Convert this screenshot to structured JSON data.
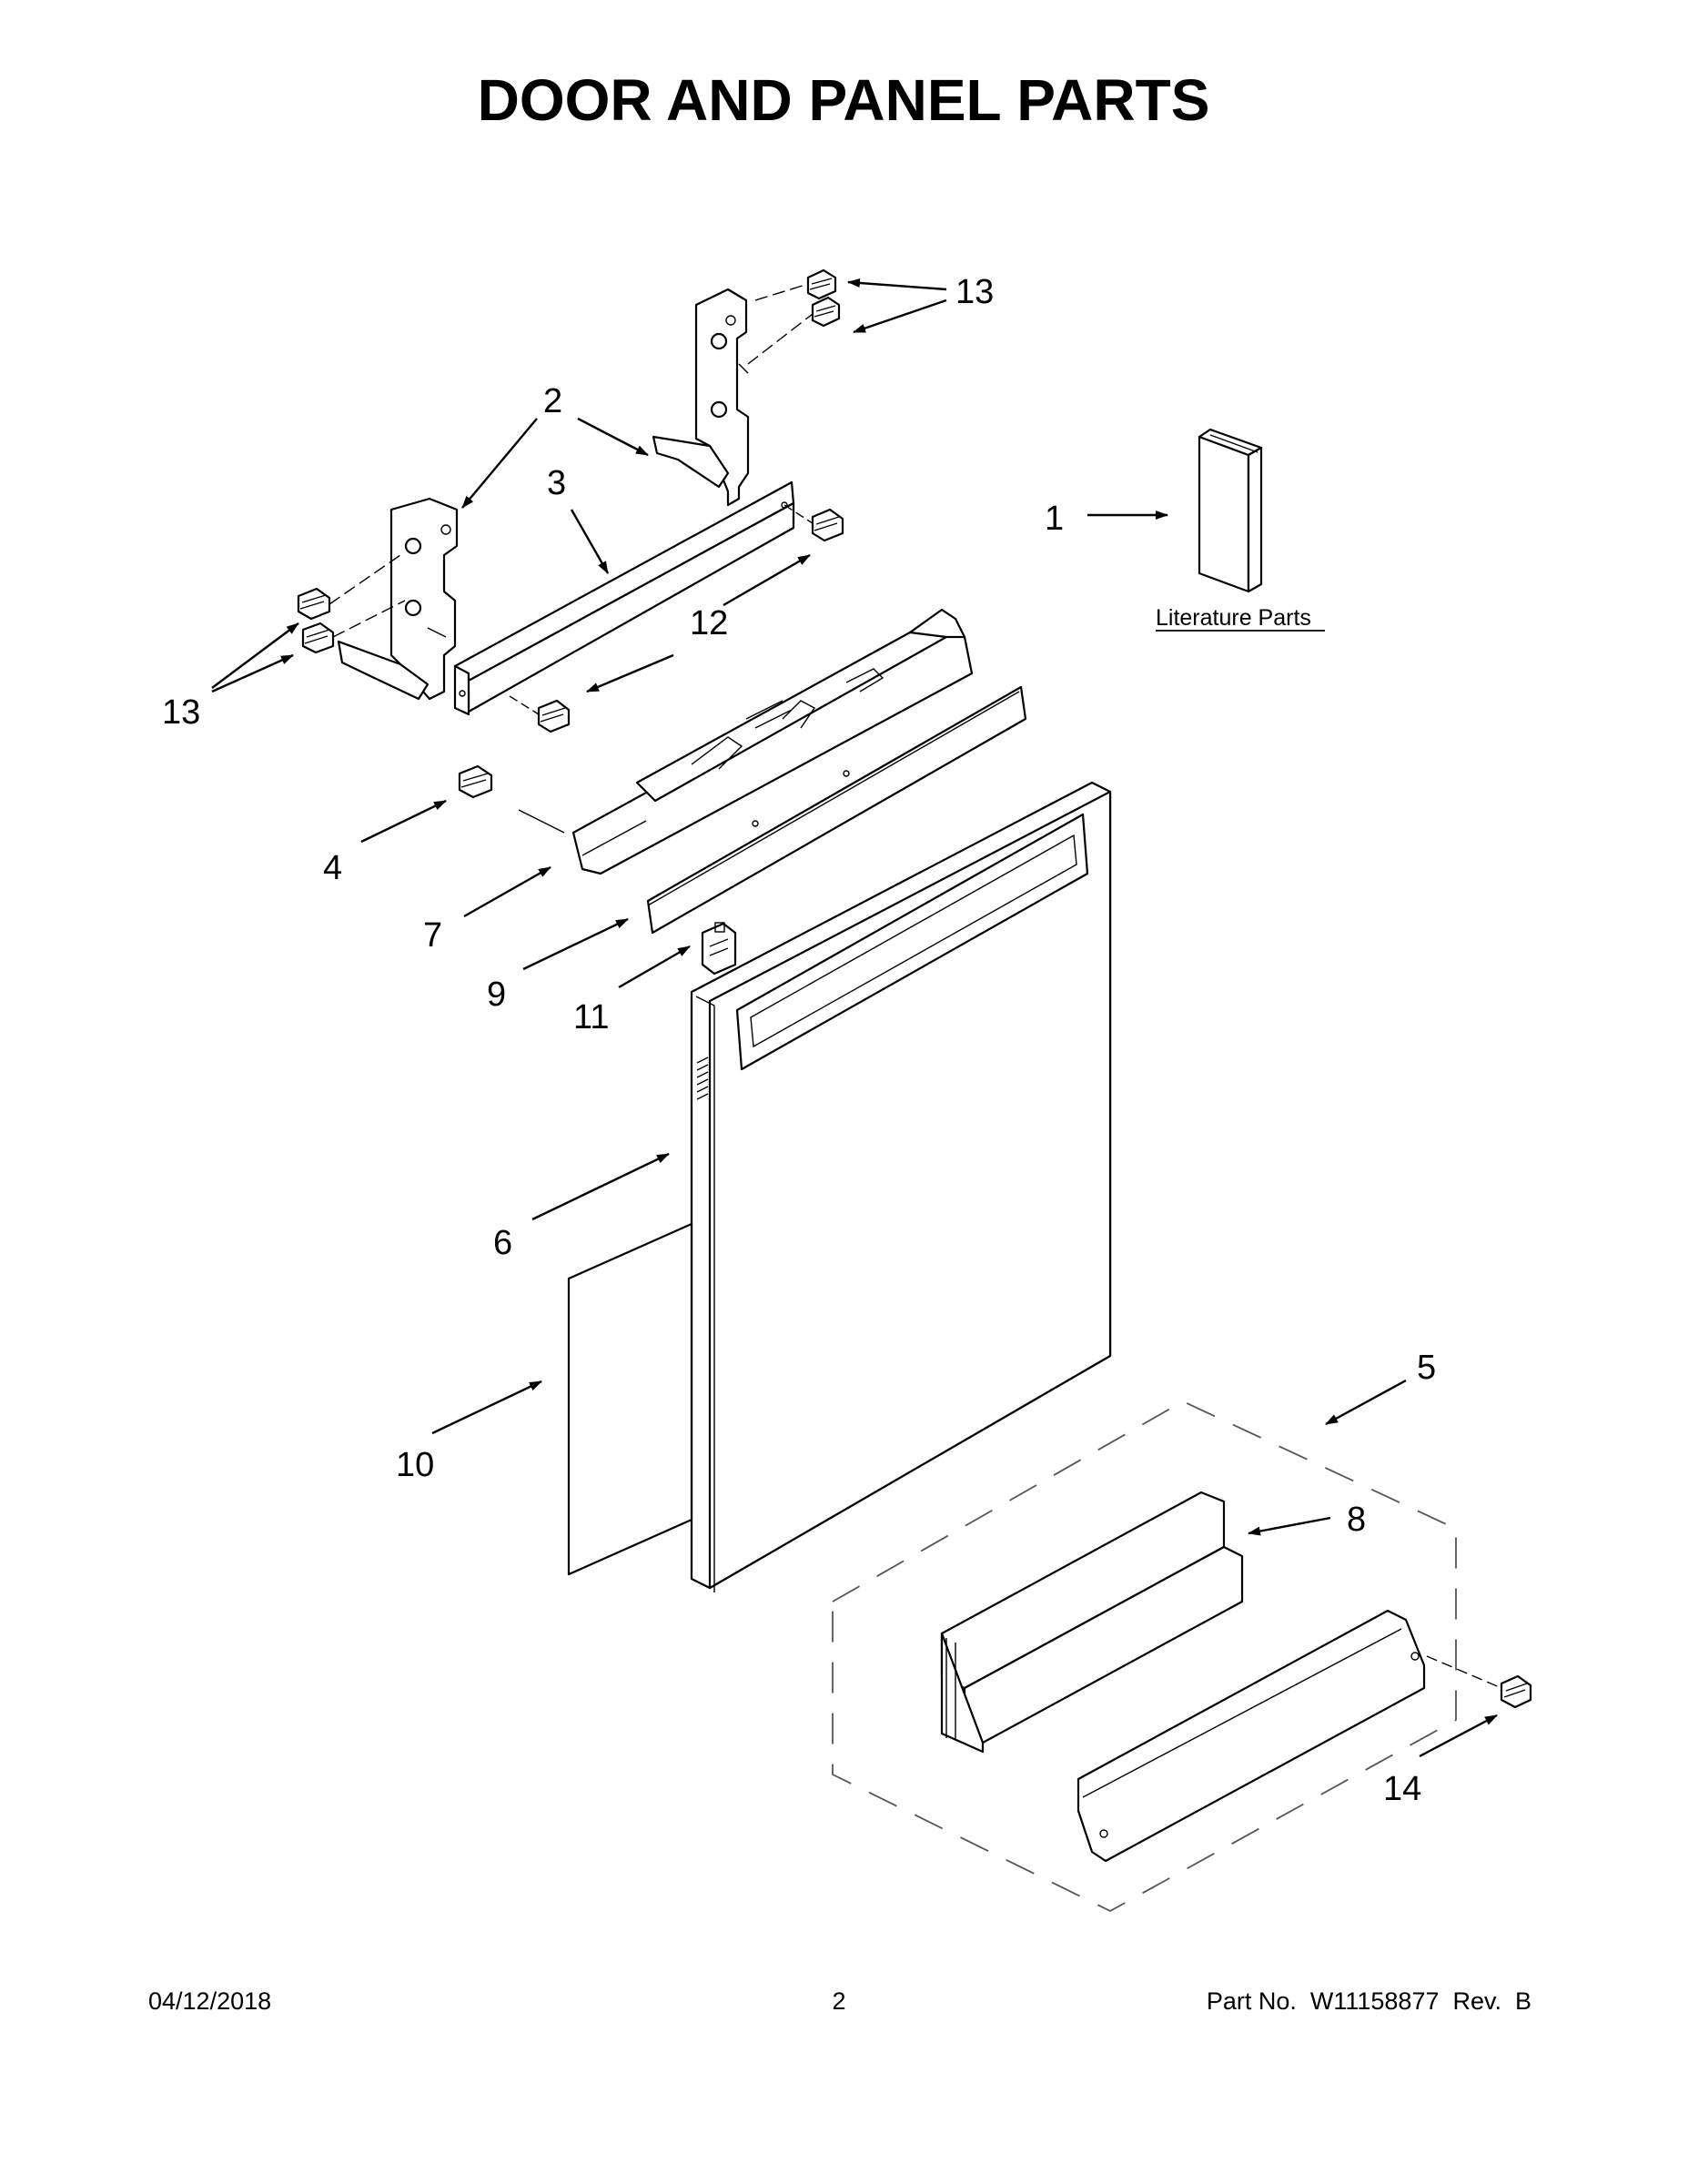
{
  "title": "DOOR AND PANEL PARTS",
  "literature_label": "Literature Parts",
  "callouts": {
    "c1": "1",
    "c2": "2",
    "c3": "3",
    "c4": "4",
    "c5": "5",
    "c6": "6",
    "c7": "7",
    "c8": "8",
    "c9": "9",
    "c10": "10",
    "c11": "11",
    "c12": "12",
    "c13_top": "13",
    "c13_left": "13",
    "c14": "14"
  },
  "footer": {
    "date": "04/12/2018",
    "page": "2",
    "part_no": "Part No.  W11158877  Rev.  B"
  }
}
